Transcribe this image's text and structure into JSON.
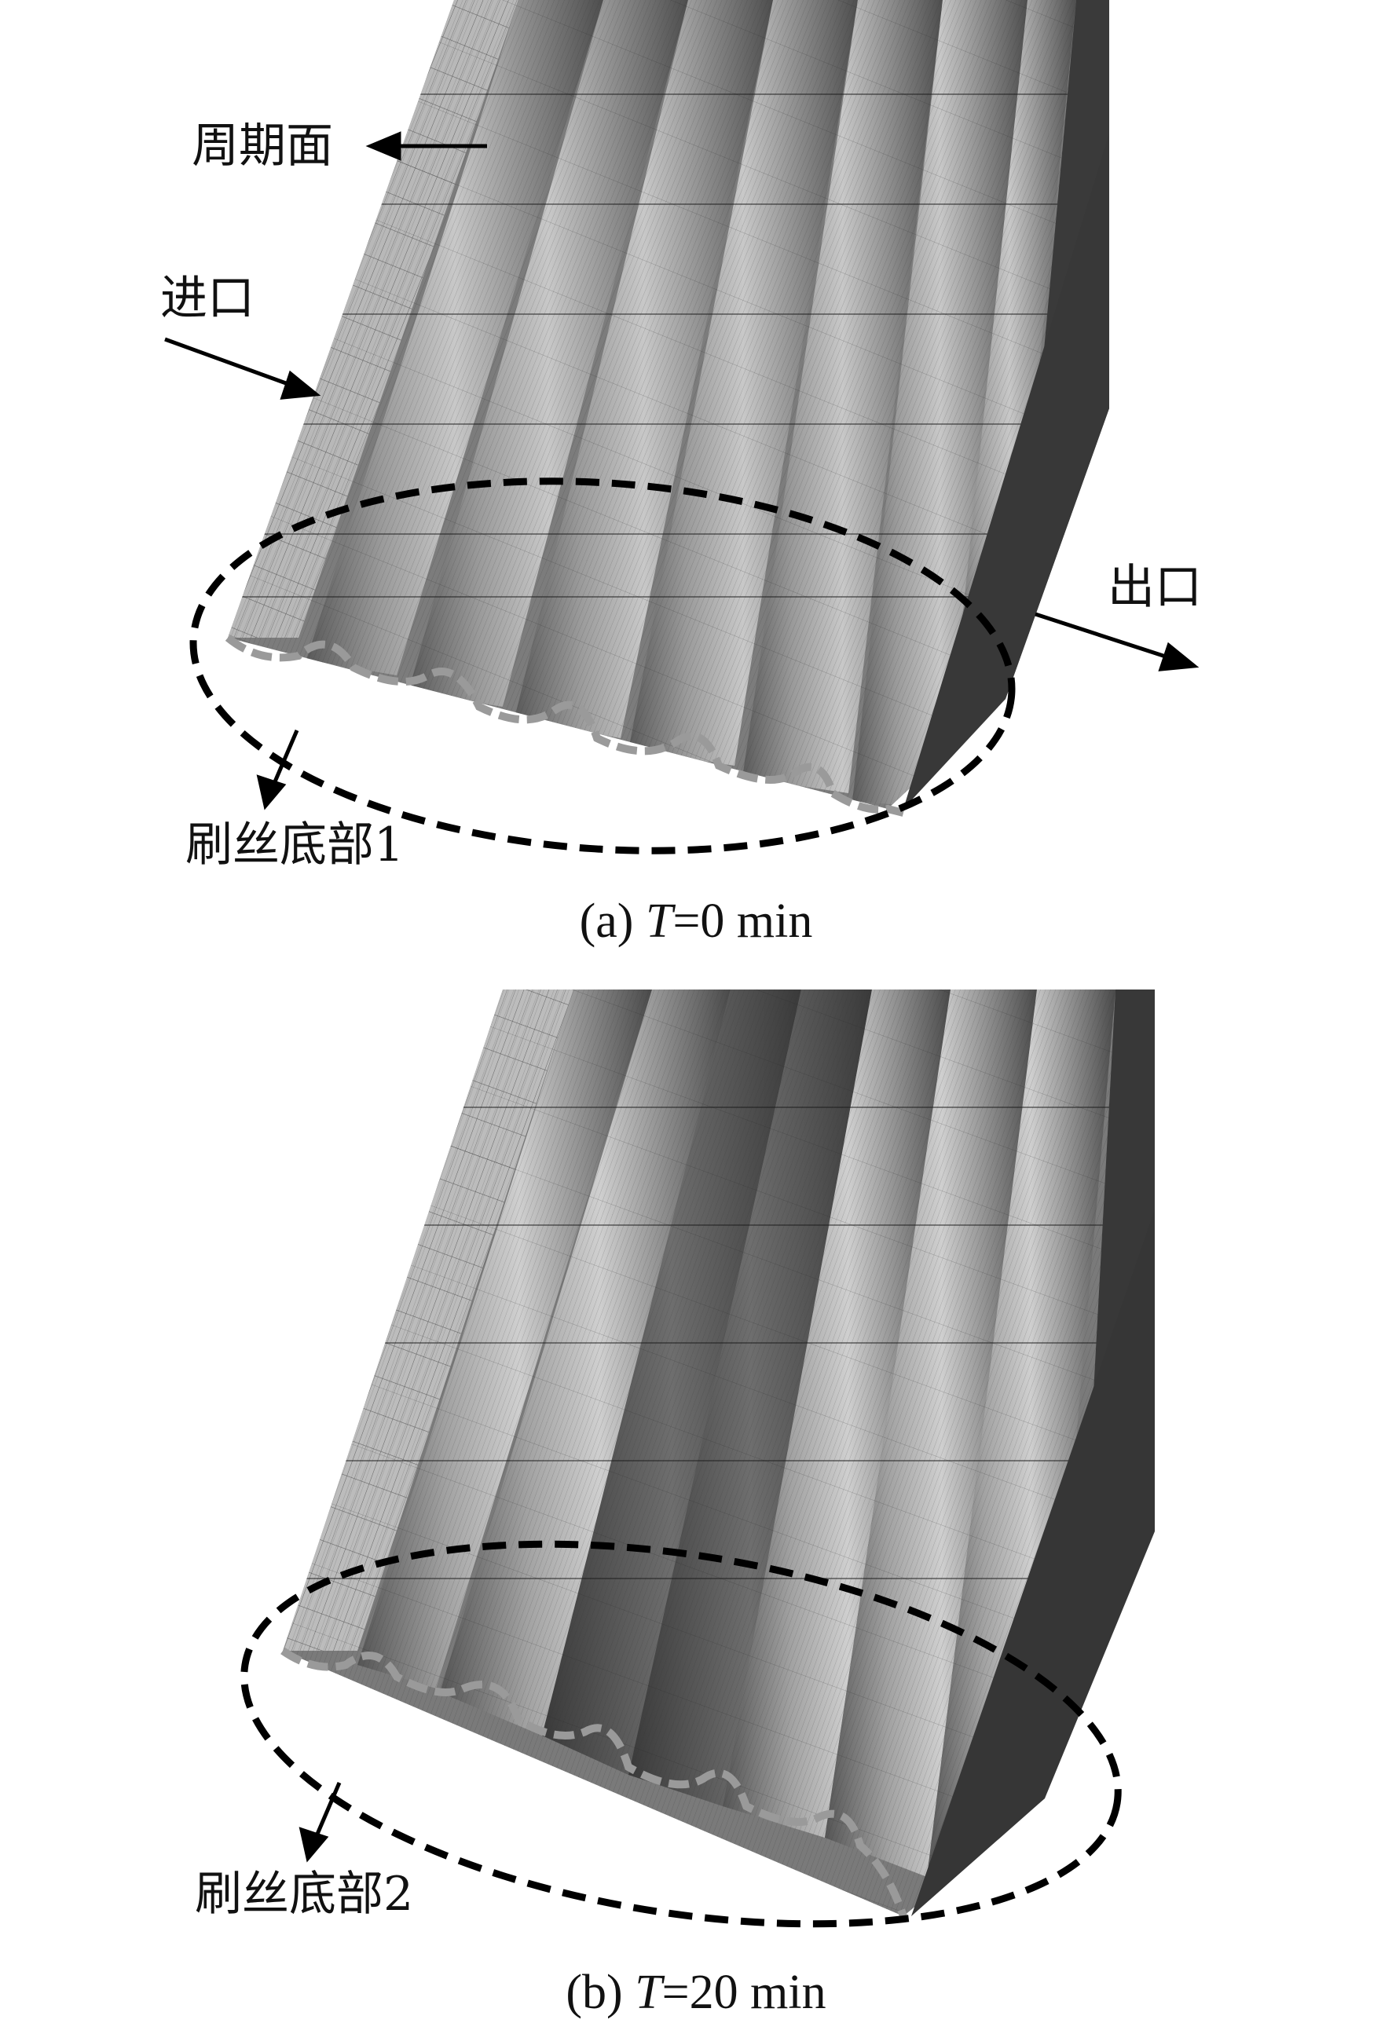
{
  "panel_a": {
    "labels": {
      "periodic": "周期面",
      "inlet": "进口",
      "outlet": "出口",
      "bottom": "刷丝底部1"
    },
    "caption": {
      "prefix": "(a) ",
      "var": "T",
      "suffix": "=0 min"
    }
  },
  "panel_b": {
    "labels": {
      "bottom": "刷丝底部2"
    },
    "caption": {
      "prefix": "(b) ",
      "var": "T",
      "suffix": "=20 min"
    }
  },
  "colors": {
    "mesh_light": "#a9a9a9",
    "mesh_dark": "#4a4a4a",
    "side_face": "#3a3a3a",
    "outline": "#000000"
  }
}
